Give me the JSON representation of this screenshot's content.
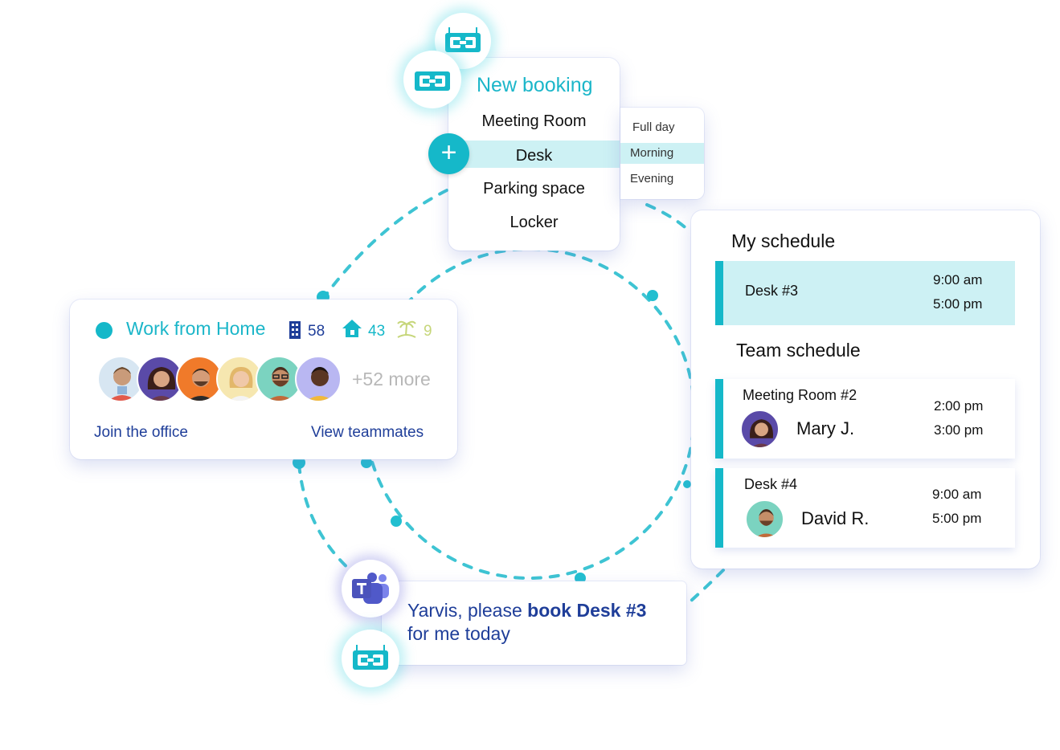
{
  "booking": {
    "title": "New booking",
    "items": [
      "Meeting Room",
      "Desk",
      "Parking space",
      "Locker"
    ],
    "selected_item": "Desk",
    "add_symbol": "+",
    "time_options": [
      "Full day",
      "Morning",
      "Evening"
    ],
    "selected_time": "Morning"
  },
  "wfh": {
    "title": "Work from Home",
    "office_count": "58",
    "home_count": "43",
    "vacation_count": "9",
    "more": "+52 more",
    "join": "Join the office",
    "view": "View teammates"
  },
  "schedule": {
    "my_title": "My schedule",
    "my_booking": {
      "title": "Desk #3",
      "start": "9:00 am",
      "end": "5:00 pm"
    },
    "team_title": "Team schedule",
    "team": [
      {
        "title": "Meeting Room #2",
        "person": "Mary J.",
        "start": "2:00 pm",
        "end": "3:00 pm"
      },
      {
        "title": "Desk #4",
        "person": "David R.",
        "start": "9:00 am",
        "end": "5:00 pm"
      }
    ]
  },
  "chat": {
    "prefix": "Yarvis, please ",
    "bold": "book Desk #3",
    "suffix": "for me today"
  },
  "colors": {
    "accent": "#15b8c9",
    "navy": "#1f3e99",
    "highlight": "#cdf1f4",
    "vacation": "#c6d67a",
    "teams": "#5059c9"
  }
}
